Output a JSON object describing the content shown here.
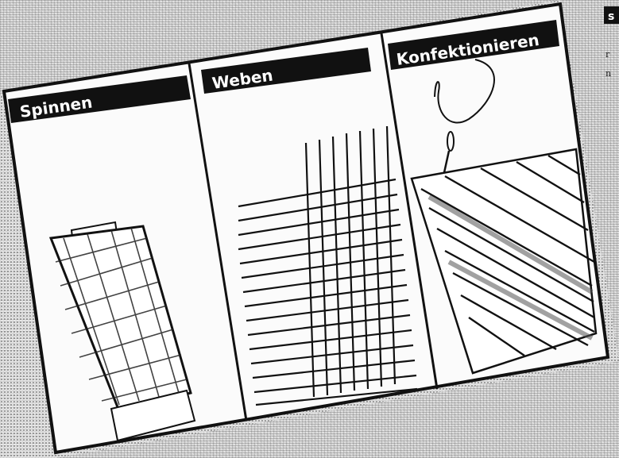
{
  "panels": [
    {
      "label": "Spinnen",
      "icon": "yarn-cone-icon"
    },
    {
      "label": "Weben",
      "icon": "woven-fabric-icon"
    },
    {
      "label": "Konfektionieren",
      "icon": "sewing-needle-icon"
    }
  ],
  "edge_fragment": {
    "heading": "s",
    "lines": [
      "r",
      "n"
    ]
  },
  "colors": {
    "panel_background": "#ffffff",
    "label_bar": "#111111",
    "ink": "#111111",
    "page_background": "#d9d9d9"
  }
}
